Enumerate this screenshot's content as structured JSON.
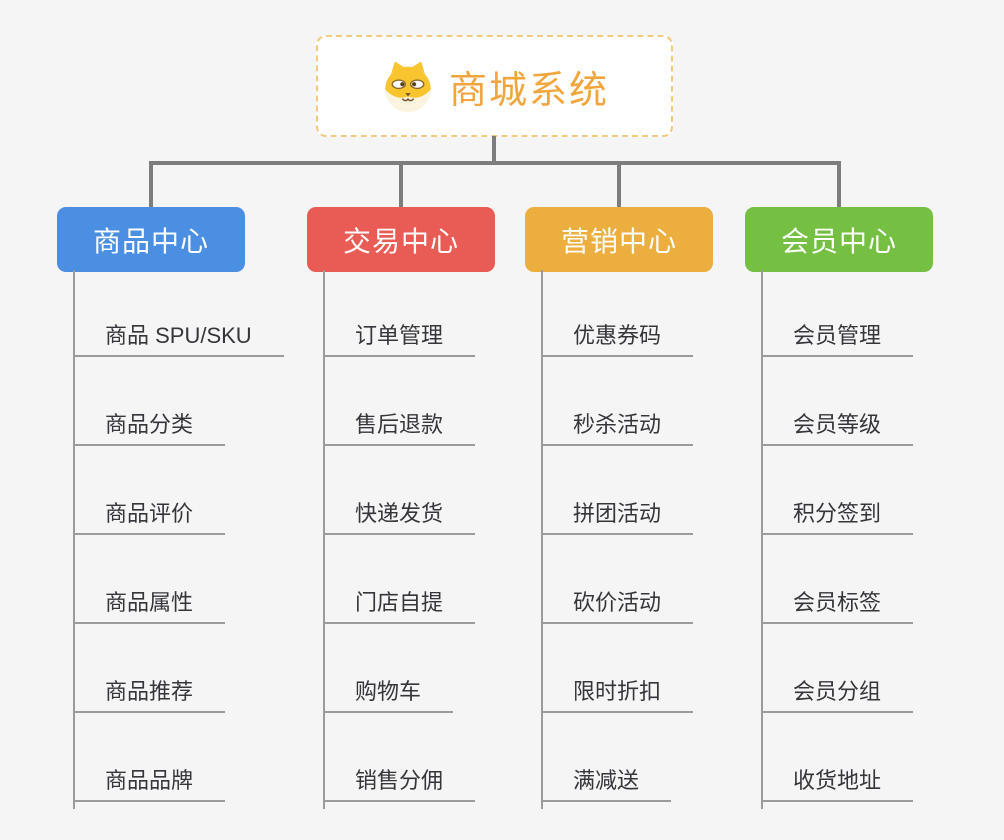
{
  "root": {
    "title": "商城系统",
    "icon": "shiba-dog-icon",
    "title_color": "#f2a53d",
    "border_color": "#f4ca7f"
  },
  "colors": {
    "canvas_bg": "#f5f5f6",
    "tree_connector": "#7d7d7d",
    "subtopic_line": "#9b9b9b",
    "subtopic_text": "#36363a"
  },
  "branches": [
    {
      "label": "商品中心",
      "color": "#4b8fe2",
      "items": [
        "商品 SPU/SKU",
        "商品分类",
        "商品评价",
        "商品属性",
        "商品推荐",
        "商品品牌"
      ]
    },
    {
      "label": "交易中心",
      "color": "#e95b55",
      "items": [
        "订单管理",
        "售后退款",
        "快递发货",
        "门店自提",
        "购物车",
        "销售分佣"
      ]
    },
    {
      "label": "营销中心",
      "color": "#ecaf3f",
      "items": [
        "优惠券码",
        "秒杀活动",
        "拼团活动",
        "砍价活动",
        "限时折扣",
        "满减送"
      ]
    },
    {
      "label": "会员中心",
      "color": "#75c043",
      "items": [
        "会员管理",
        "会员等级",
        "积分签到",
        "会员标签",
        "会员分组",
        "收货地址"
      ]
    }
  ]
}
